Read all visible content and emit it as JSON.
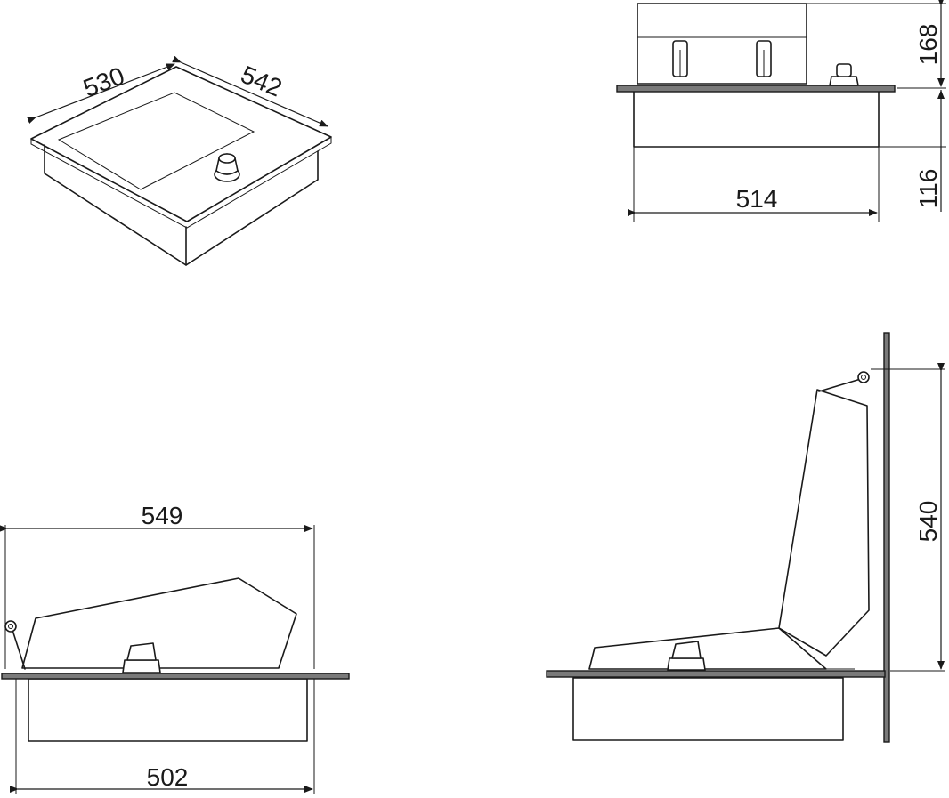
{
  "dimensions": {
    "iso_width": "530",
    "iso_depth": "542",
    "front_height_top": "168",
    "front_height_bottom": "116",
    "front_width": "514",
    "side_closed_top_width": "549",
    "side_closed_bottom_width": "502",
    "side_open_height": "540"
  },
  "colors": {
    "line": "#1a1a1a",
    "plate_fill": "#7a7a7a",
    "background": "#ffffff"
  }
}
